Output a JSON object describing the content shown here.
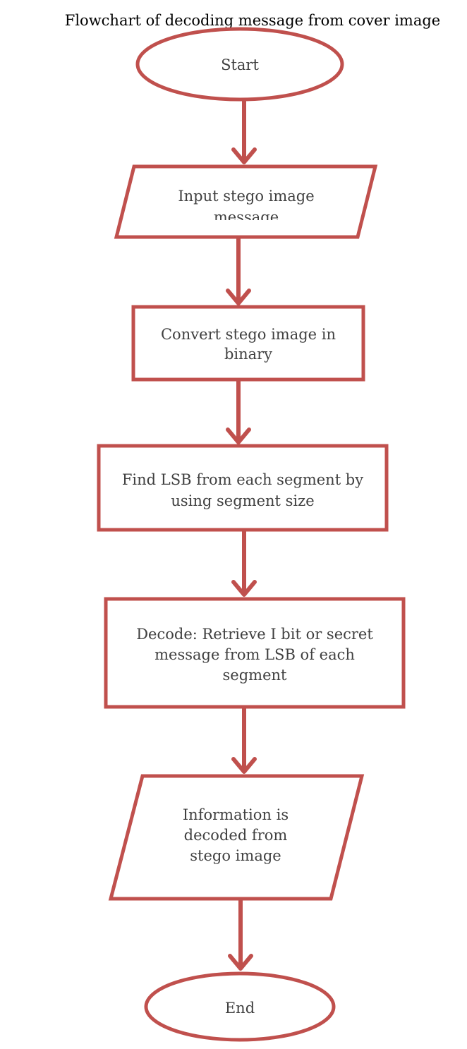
{
  "title": "Flowchart of decoding message from cover image",
  "colors": {
    "shape_stroke": "#c0504d",
    "text": "#404040",
    "title": "#000000"
  },
  "nodes": [
    {
      "id": "start",
      "shape": "ellipse",
      "lines": [
        "Start"
      ]
    },
    {
      "id": "input",
      "shape": "parallelogram",
      "lines": [
        "Input stego image",
        "message"
      ]
    },
    {
      "id": "convert",
      "shape": "rectangle",
      "lines": [
        "Convert stego image in",
        "binary"
      ]
    },
    {
      "id": "find-lsb",
      "shape": "rectangle",
      "lines": [
        "Find LSB from each segment by",
        "using segment size"
      ]
    },
    {
      "id": "decode",
      "shape": "rectangle",
      "lines": [
        "Decode: Retrieve I bit or secret",
        "message from LSB of each",
        "segment"
      ]
    },
    {
      "id": "information",
      "shape": "parallelogram",
      "lines": [
        "Information is",
        "decoded from",
        "stego image"
      ]
    },
    {
      "id": "end",
      "shape": "ellipse",
      "lines": [
        "End"
      ]
    }
  ],
  "edges": [
    {
      "from": "start",
      "to": "input"
    },
    {
      "from": "input",
      "to": "convert"
    },
    {
      "from": "convert",
      "to": "find-lsb"
    },
    {
      "from": "find-lsb",
      "to": "decode"
    },
    {
      "from": "decode",
      "to": "information"
    },
    {
      "from": "information",
      "to": "end"
    }
  ]
}
